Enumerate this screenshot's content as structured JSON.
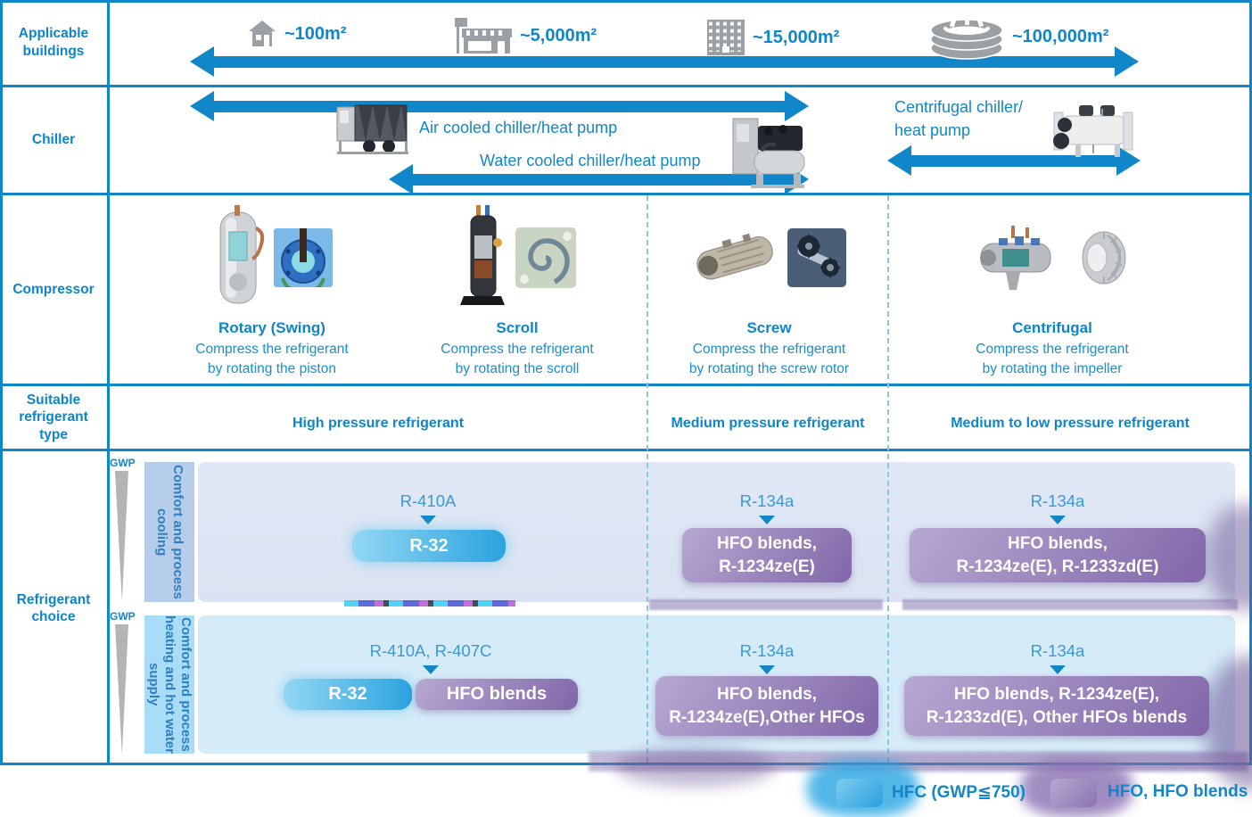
{
  "headers": {
    "applicable_buildings": "Applicable buildings",
    "chiller": "Chiller",
    "compressor": "Compressor",
    "suitable_refrigerant_type": "Suitable refrigerant type",
    "refrigerant_choice": "Refrigerant choice"
  },
  "buildings": {
    "items": [
      {
        "icon": "house-icon",
        "label": "~100m²"
      },
      {
        "icon": "shop-icon",
        "label": "~5,000m²"
      },
      {
        "icon": "office-building-icon",
        "label": "~15,000m²"
      },
      {
        "icon": "stadium-icon",
        "label": "~100,000m²"
      }
    ]
  },
  "chiller_row": {
    "air_cooled": "Air cooled chiller/heat pump",
    "water_cooled": "Water cooled chiller/heat pump",
    "centrifugal_line1": "Centrifugal chiller/",
    "centrifugal_line2": "heat pump"
  },
  "compressors": [
    {
      "name": "Rotary (Swing)",
      "desc1": "Compress the refrigerant",
      "desc2": "by rotating the piston"
    },
    {
      "name": "Scroll",
      "desc1": "Compress the refrigerant",
      "desc2": "by rotating the scroll"
    },
    {
      "name": "Screw",
      "desc1": "Compress the refrigerant",
      "desc2": "by rotating the screw rotor"
    },
    {
      "name": "Centrifugal",
      "desc1": "Compress the refrigerant",
      "desc2": "by rotating the impeller"
    }
  ],
  "refrigerant_types": [
    "High pressure refrigerant",
    "Medium pressure refrigerant",
    "Medium to low pressure refrigerant"
  ],
  "refrigerant_choice": {
    "gwp_label": "GWP",
    "rows": [
      {
        "category": "Comfort and process cooling",
        "cells": [
          {
            "from": "R-410A",
            "badges": [
              {
                "type": "hfc",
                "lines": [
                  "R-32"
                ]
              }
            ]
          },
          {
            "from": "R-134a",
            "badges": [
              {
                "type": "hfo",
                "lines": [
                  "HFO blends,",
                  "R-1234ze(E)"
                ]
              }
            ]
          },
          {
            "from": "R-134a",
            "badges": [
              {
                "type": "hfo",
                "lines": [
                  "HFO blends,",
                  "R-1234ze(E), R-1233zd(E)"
                ]
              }
            ]
          }
        ]
      },
      {
        "category": "Comfort and process heating and hot water supply",
        "cells": [
          {
            "from": "R-410A, R-407C",
            "badges": [
              {
                "type": "hfc",
                "lines": [
                  "R-32"
                ]
              },
              {
                "type": "hfo",
                "lines": [
                  "HFO blends"
                ]
              }
            ]
          },
          {
            "from": "R-134a",
            "badges": [
              {
                "type": "hfo",
                "lines": [
                  "HFO blends,",
                  "R-1234ze(E),Other HFOs"
                ]
              }
            ]
          },
          {
            "from": "R-134a",
            "badges": [
              {
                "type": "hfo",
                "lines": [
                  "HFO blends, R-1234ze(E),",
                  "R-1233zd(E), Other HFOs blends"
                ]
              }
            ]
          }
        ]
      }
    ]
  },
  "legend": {
    "items": [
      {
        "swatch": "hfc",
        "label": "HFC (GWP≦750)"
      },
      {
        "swatch": "hfo",
        "label": "HFO, HFO blends"
      }
    ]
  },
  "colors": {
    "accent_blue": "#0f86c8",
    "hfc_badge": [
      "#93d7f3",
      "#2aa3df"
    ],
    "hfo_badge": [
      "#b7a8d2",
      "#8166a9"
    ],
    "icon_gray": "#9ba0a4"
  }
}
